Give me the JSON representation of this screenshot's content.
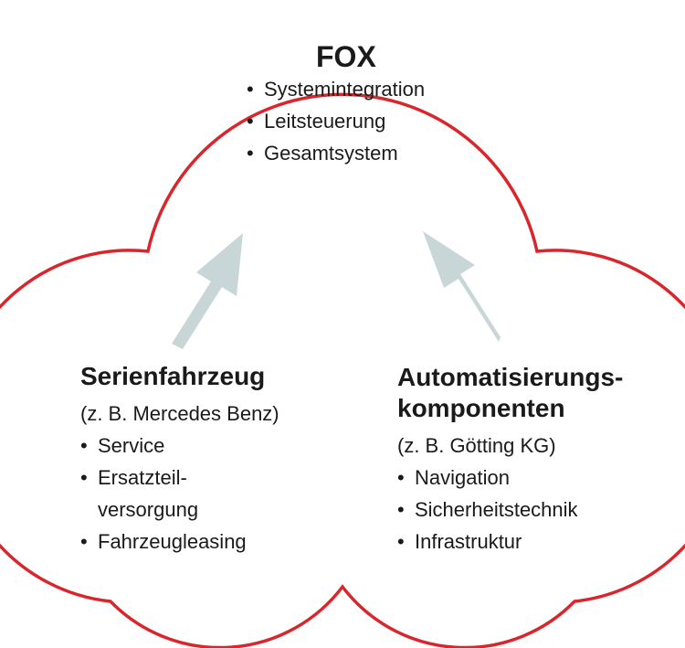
{
  "colors": {
    "outline": "#d9262c",
    "arrow": "#c9d6d8",
    "text": "#1a1a1a"
  },
  "top": {
    "title": "FOX",
    "items": [
      "Systemintegration",
      "Leitsteuerung",
      "Gesamtsystem"
    ]
  },
  "left": {
    "title": "Serienfahrzeug",
    "example": "(z. B. Mercedes Benz)",
    "items": [
      "Service",
      "Ersatzteil-",
      "versorgung",
      "Fahrzeugleasing"
    ]
  },
  "right": {
    "title_line1": "Automatisierungs-",
    "title_line2": "komponenten",
    "example": "(z. B. Götting KG)",
    "items": [
      "Navigation",
      "Sicherheitstechnik",
      "Infrastruktur"
    ]
  }
}
